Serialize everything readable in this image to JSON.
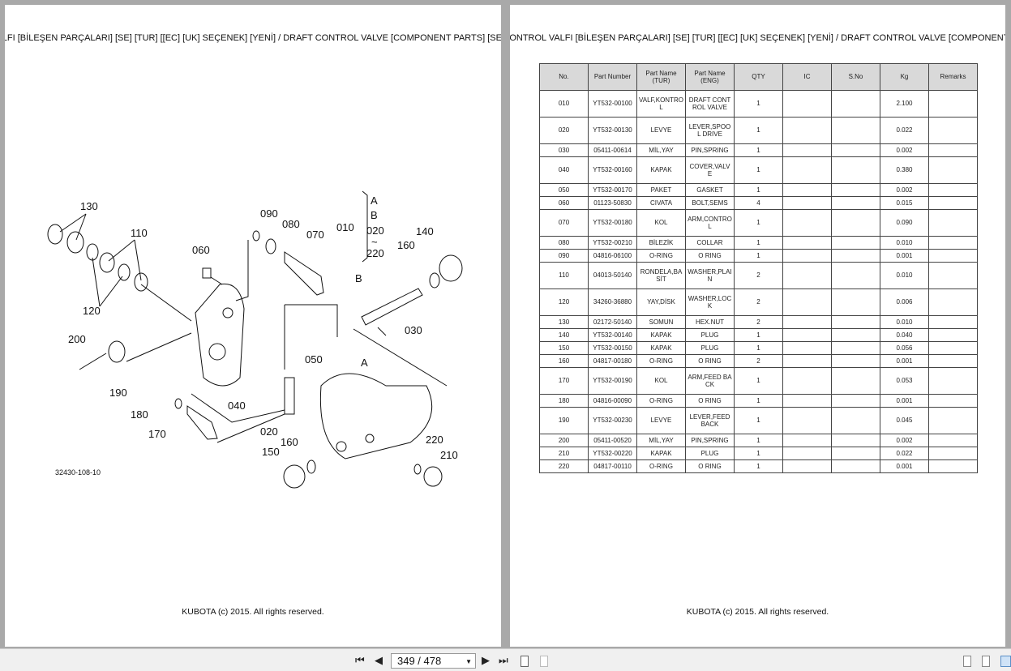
{
  "header_title": "KONTROL VALFI [BİLEŞEN PARÇALARI] [SE] [TUR] [[EC] [UK] SEÇENEK] [YENİ] / DRAFT CONTROL VALVE [COMPONENT PARTS] [SE]",
  "footer": "KUBOTA (c) 2015. All rights reserved.",
  "diagram": {
    "figure_id": "32430-108-10",
    "callouts": [
      "130",
      "110",
      "060",
      "090",
      "080",
      "070",
      "010",
      "A",
      "B",
      "020",
      "~",
      "220",
      "140",
      "160",
      "B",
      "030",
      "120",
      "200",
      "190",
      "040",
      "050",
      "A",
      "180",
      "170",
      "020",
      "160",
      "150",
      "220",
      "210"
    ]
  },
  "table": {
    "headers": [
      "No.",
      "Part Number",
      "Part Name\n(TUR)",
      "Part Name\n(ENG)",
      "QTY",
      "IC",
      "S.No",
      "Kg",
      "Remarks"
    ],
    "rows": [
      [
        "010",
        "YT532-00100",
        "VALF,KONTROL",
        "DRAFT CONTROL VALVE",
        "1",
        "",
        "",
        "2.100",
        ""
      ],
      [
        "020",
        "YT532-00130",
        "LEVYE",
        "LEVER,SPOOL DRIVE",
        "1",
        "",
        "",
        "0.022",
        ""
      ],
      [
        "030",
        "05411-00614",
        "MİL,YAY",
        "PIN,SPRING",
        "1",
        "",
        "",
        "0.002",
        ""
      ],
      [
        "040",
        "YT532-00160",
        "KAPAK",
        "COVER,VALVE",
        "1",
        "",
        "",
        "0.380",
        ""
      ],
      [
        "050",
        "YT532-00170",
        "PAKET",
        "GASKET",
        "1",
        "",
        "",
        "0.002",
        ""
      ],
      [
        "060",
        "01123-50830",
        "CIVATA",
        "BOLT,SEMS",
        "4",
        "",
        "",
        "0.015",
        ""
      ],
      [
        "070",
        "YT532-00180",
        "KOL",
        "ARM,CONTROL",
        "1",
        "",
        "",
        "0.090",
        ""
      ],
      [
        "080",
        "YT532-00210",
        "BİLEZİK",
        "COLLAR",
        "1",
        "",
        "",
        "0.010",
        ""
      ],
      [
        "090",
        "04816-06100",
        "O-RING",
        "O RING",
        "1",
        "",
        "",
        "0.001",
        ""
      ],
      [
        "110",
        "04013-50140",
        "RONDELA,BASİT",
        "WASHER,PLAIN",
        "2",
        "",
        "",
        "0.010",
        ""
      ],
      [
        "120",
        "34260-36880",
        "YAY,DİSK",
        "WASHER,LOCK",
        "2",
        "",
        "",
        "0.006",
        ""
      ],
      [
        "130",
        "02172-50140",
        "SOMUN",
        "HEX.NUT",
        "2",
        "",
        "",
        "0.010",
        ""
      ],
      [
        "140",
        "YT532-00140",
        "KAPAK",
        "PLUG",
        "1",
        "",
        "",
        "0.040",
        ""
      ],
      [
        "150",
        "YT532-00150",
        "KAPAK",
        "PLUG",
        "1",
        "",
        "",
        "0.056",
        ""
      ],
      [
        "160",
        "04817-00180",
        "O-RING",
        "O RING",
        "2",
        "",
        "",
        "0.001",
        ""
      ],
      [
        "170",
        "YT532-00190",
        "KOL",
        "ARM,FEED BACK",
        "1",
        "",
        "",
        "0.053",
        ""
      ],
      [
        "180",
        "04816-00090",
        "O-RING",
        "O RING",
        "1",
        "",
        "",
        "0.001",
        ""
      ],
      [
        "190",
        "YT532-00230",
        "LEVYE",
        "LEVER,FEED BACK",
        "1",
        "",
        "",
        "0.045",
        ""
      ],
      [
        "200",
        "05411-00520",
        "MİL,YAY",
        "PIN,SPRING",
        "1",
        "",
        "",
        "0.002",
        ""
      ],
      [
        "210",
        "YT532-00220",
        "KAPAK",
        "PLUG",
        "1",
        "",
        "",
        "0.022",
        ""
      ],
      [
        "220",
        "04817-00110",
        "O-RING",
        "O RING",
        "1",
        "",
        "",
        "0.001",
        ""
      ]
    ]
  },
  "toolbar": {
    "page_value": "349 / 478",
    "first": "⏮",
    "prev": "◀",
    "next": "▶",
    "last": "⏭"
  }
}
